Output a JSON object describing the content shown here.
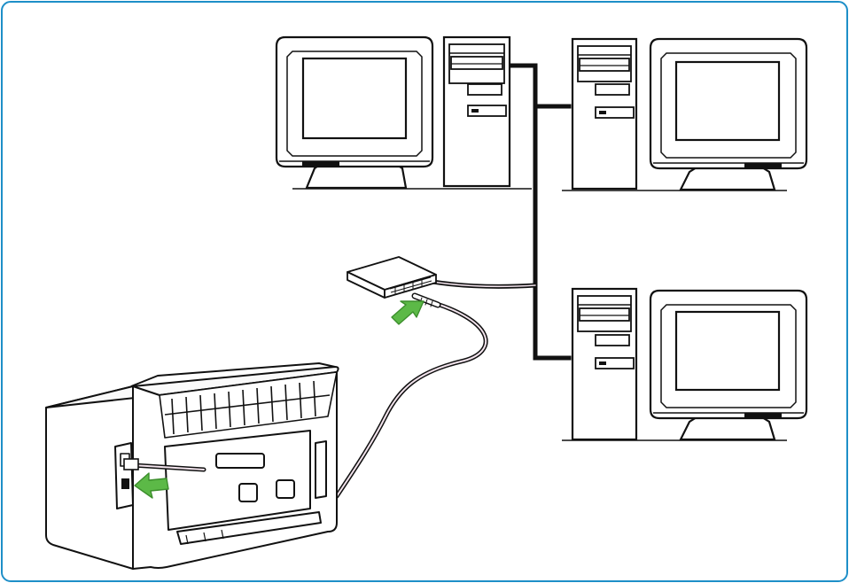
{
  "diagram": {
    "components": [
      {
        "id": "computer-top-left",
        "icon": "desktop-computer-icon"
      },
      {
        "id": "computer-top-right",
        "icon": "desktop-computer-icon"
      },
      {
        "id": "computer-bottom-right",
        "icon": "desktop-computer-icon"
      },
      {
        "id": "network-hub",
        "icon": "network-hub-icon"
      },
      {
        "id": "printer",
        "icon": "printer-rear-icon"
      }
    ],
    "connections": [
      {
        "from": "computer-top-left",
        "to": "network-backbone",
        "style": "thick-black"
      },
      {
        "from": "computer-top-right",
        "to": "network-backbone",
        "style": "thick-black"
      },
      {
        "from": "computer-bottom-right",
        "to": "network-backbone",
        "style": "thick-black"
      },
      {
        "from": "network-hub",
        "to": "network-backbone",
        "style": "network-cable"
      },
      {
        "from": "printer",
        "to": "network-hub",
        "style": "network-cable"
      }
    ],
    "callouts": [
      {
        "target": "network-hub-port",
        "icon": "green-arrow-icon"
      },
      {
        "target": "printer-network-port",
        "icon": "green-arrow-icon"
      }
    ],
    "colors": {
      "background": "#ffffff",
      "frame": "#1e8fc8",
      "line": "#111111",
      "screen_fill": "#ffffff",
      "cable_inner": "#f2e3ec",
      "arrow": "#5cb947",
      "arrow_dark": "#3c8e2c"
    }
  }
}
